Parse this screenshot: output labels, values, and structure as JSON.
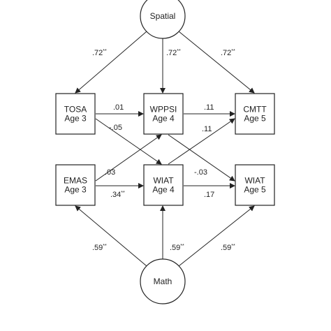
{
  "nodes": {
    "spatial": {
      "lines": [
        "Spatial"
      ]
    },
    "math": {
      "lines": [
        "Math"
      ]
    },
    "tosa": {
      "lines": [
        "TOSA",
        "Age 3"
      ]
    },
    "emas": {
      "lines": [
        "EMAS",
        "Age 3"
      ]
    },
    "wppsi": {
      "lines": [
        "WPPSI",
        "Age 4"
      ]
    },
    "wiat4": {
      "lines": [
        "WIAT",
        "Age 4"
      ]
    },
    "cmtt": {
      "lines": [
        "CMTT",
        "Age 5"
      ]
    },
    "wiat5": {
      "lines": [
        "WIAT",
        "Age 5"
      ]
    }
  },
  "edges": [
    {
      "id": "spatial-tosa",
      "from": "spatial",
      "to": "tosa",
      "label": ".72",
      "stars": "**"
    },
    {
      "id": "spatial-wppsi",
      "from": "spatial",
      "to": "wppsi",
      "label": ".72",
      "stars": "**"
    },
    {
      "id": "spatial-cmtt",
      "from": "spatial",
      "to": "cmtt",
      "label": ".72",
      "stars": "**"
    },
    {
      "id": "tosa-wppsi",
      "from": "tosa",
      "to": "wppsi",
      "label": ".01",
      "stars": ""
    },
    {
      "id": "tosa-wiat4",
      "from": "tosa",
      "to": "wiat4",
      "label": "-.05",
      "stars": ""
    },
    {
      "id": "emas-wppsi",
      "from": "emas",
      "to": "wppsi",
      "label": ".03",
      "stars": ""
    },
    {
      "id": "emas-wiat4",
      "from": "emas",
      "to": "wiat4",
      "label": ".34",
      "stars": "**"
    },
    {
      "id": "wppsi-cmtt",
      "from": "wppsi",
      "to": "cmtt",
      "label": ".11",
      "stars": ""
    },
    {
      "id": "wppsi-wiat5",
      "from": "wppsi",
      "to": "wiat5",
      "label": ".11",
      "stars": ""
    },
    {
      "id": "wiat4-cmtt",
      "from": "wiat4",
      "to": "cmtt",
      "label": "-.03",
      "stars": ""
    },
    {
      "id": "wiat4-wiat5",
      "from": "wiat4",
      "to": "wiat5",
      "label": ".17",
      "stars": ""
    },
    {
      "id": "math-emas",
      "from": "math",
      "to": "emas",
      "label": ".59",
      "stars": "**"
    },
    {
      "id": "math-wiat4",
      "from": "math",
      "to": "wiat4",
      "label": ".59",
      "stars": "**"
    },
    {
      "id": "math-wiat5",
      "from": "math",
      "to": "wiat5",
      "label": ".59",
      "stars": "**"
    }
  ]
}
